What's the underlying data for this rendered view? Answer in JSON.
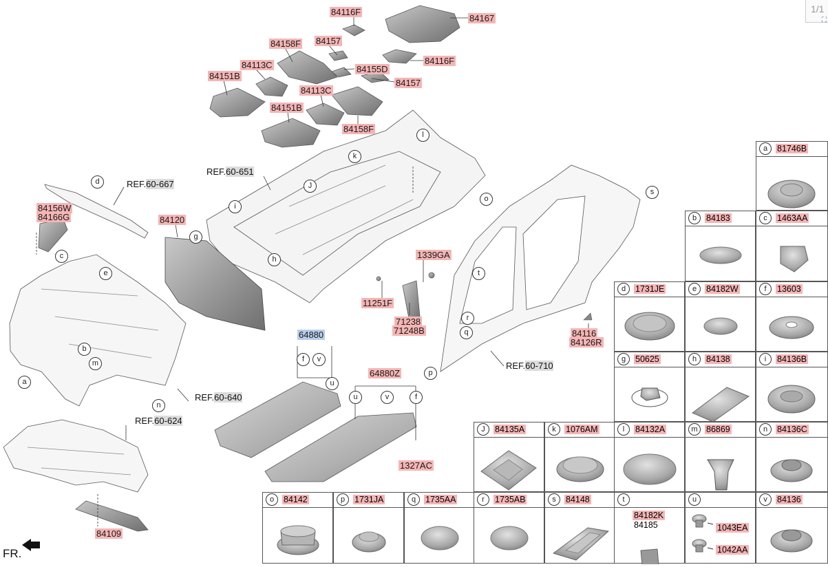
{
  "pager": {
    "page": "1/1",
    "zoom_icon": "zoom-fit-icon"
  },
  "orientation": {
    "label": "FR."
  },
  "callouts": {
    "p84116F_a": "84116F",
    "p84167": "84167",
    "p84158F_a": "84158F",
    "p84157_a": "84157",
    "p84116F_b": "84116F",
    "p84113C_a": "84113C",
    "p84155D": "84155D",
    "p84151B_a": "84151B",
    "p84157_b": "84157",
    "p84113C_b": "84113C",
    "p84151B_b": "84151B",
    "p84158F_b": "84158F",
    "p84156W": "84156W",
    "p84166G": "84166G",
    "p84120": "84120",
    "p1339GA": "1339GA",
    "p11251F": "11251F",
    "p71238": "71238",
    "p71248B": "71248B",
    "p84116": "84116",
    "p84126R": "84126R",
    "p64880": "64880",
    "p64880Z": "64880Z",
    "p1327AC": "1327AC",
    "p84109": "84109"
  },
  "refs": {
    "r667": {
      "prefix": "REF.",
      "num": "60-667"
    },
    "r651": {
      "prefix": "REF.",
      "num": "60-651"
    },
    "r640": {
      "prefix": "REF.",
      "num": "60-640"
    },
    "r710": {
      "prefix": "REF.",
      "num": "60-710"
    },
    "r624": {
      "prefix": "REF.",
      "num": "60-624"
    }
  },
  "markers": {
    "a": "a",
    "b": "b",
    "c": "c",
    "d": "d",
    "e": "e",
    "f": "f",
    "g": "g",
    "h": "h",
    "i": "i",
    "J": "J",
    "k": "k",
    "l": "l",
    "m": "m",
    "n": "n",
    "o": "o",
    "p": "p",
    "q": "q",
    "r": "r",
    "s": "s",
    "t": "t",
    "u": "u",
    "v": "v"
  },
  "legend": [
    {
      "letter": "a",
      "part": "81746B"
    },
    {
      "letter": "b",
      "part": "84183"
    },
    {
      "letter": "c",
      "part": "1463AA"
    },
    {
      "letter": "d",
      "part": "1731JE"
    },
    {
      "letter": "e",
      "part": "84182W"
    },
    {
      "letter": "f",
      "part": "13603"
    },
    {
      "letter": "g",
      "part": "50625"
    },
    {
      "letter": "h",
      "part": "84138"
    },
    {
      "letter": "i",
      "part": "84136B"
    },
    {
      "letter": "J",
      "part": "84135A"
    },
    {
      "letter": "k",
      "part": "1076AM"
    },
    {
      "letter": "l",
      "part": "84132A"
    },
    {
      "letter": "m",
      "part": "86869"
    },
    {
      "letter": "n",
      "part": "84136C"
    },
    {
      "letter": "o",
      "part": "84142"
    },
    {
      "letter": "p",
      "part": "1731JA"
    },
    {
      "letter": "q",
      "part": "1735AA"
    },
    {
      "letter": "r",
      "part": "1735AB"
    },
    {
      "letter": "s",
      "part": "84148"
    },
    {
      "letter": "t",
      "part": "",
      "sub_a": "84182K",
      "sub_b": "84185"
    },
    {
      "letter": "u",
      "part": "",
      "sub_a": "1043EA",
      "sub_b": "1042AA"
    },
    {
      "letter": "v",
      "part": "84136"
    }
  ],
  "colors": {
    "label_bg": "#f5b5b5",
    "selected_bg": "#b7cdea",
    "ref_bg": "#dcdcdc",
    "part_gray": "#9a9a9a"
  }
}
